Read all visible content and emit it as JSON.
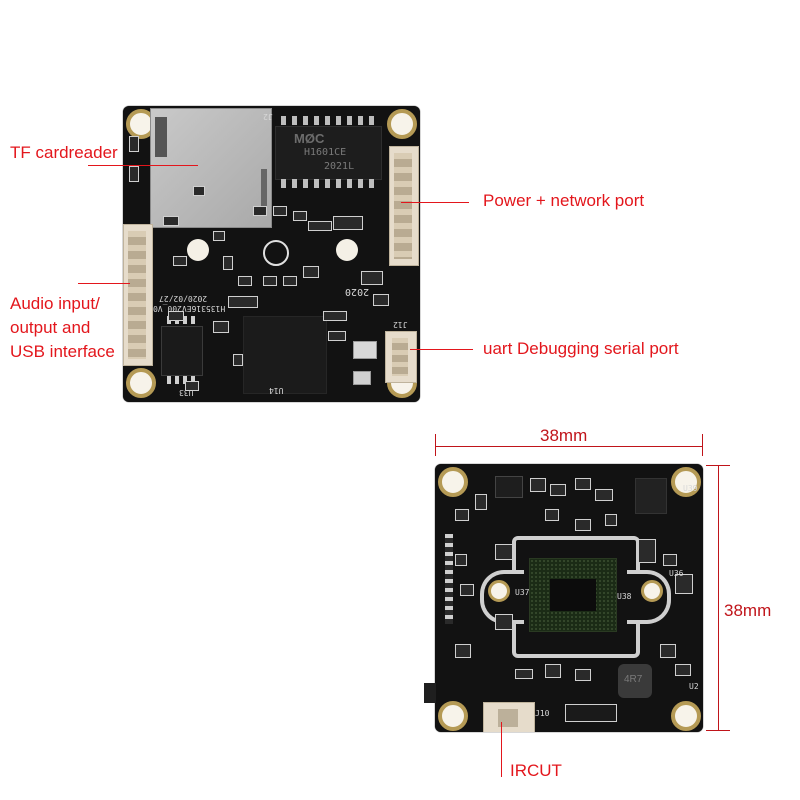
{
  "labels": {
    "tf_cardreader": "TF cardreader",
    "audio_usb": [
      "Audio input/",
      "output and",
      "USB interface"
    ],
    "power_network": "Power + network port",
    "uart": "uart Debugging serial port",
    "ircut": "IRCUT",
    "width_dim": "38mm",
    "height_dim": "38mm"
  },
  "board_top": {
    "chip_brand": "MØC",
    "chip_model": "H1601CE",
    "chip_date": "2021L",
    "silk_version": "2020/02/27",
    "silk_part": "H135316EV200_V0",
    "silk_year": "2020",
    "silk_u33": "U33",
    "silk_u14": "U14",
    "silk_j12": "J12",
    "silk_j2": "J2"
  },
  "board_bottom": {
    "silk_u37": "U37",
    "silk_u38": "U38",
    "silk_u39": "U39",
    "silk_u36": "U36",
    "silk_u2": "U2",
    "silk_j10": "J10",
    "inductor": "4R7"
  },
  "colors": {
    "annotation": "#e3161c",
    "dimension": "#c0141a",
    "pcb": "#121212",
    "mount_ring": "#b59a55"
  }
}
